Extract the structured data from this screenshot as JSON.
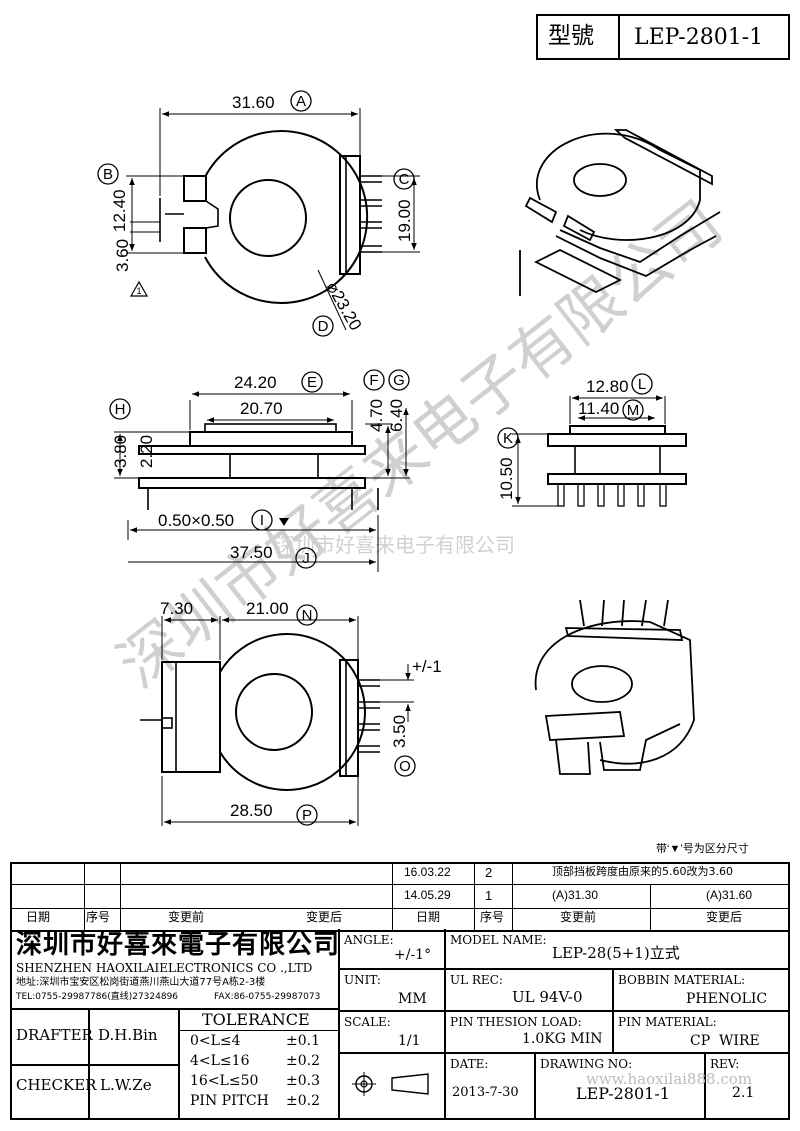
{
  "model_box": {
    "label": "型號",
    "value": "LEP-2801-1"
  },
  "dims": {
    "A": "31.60",
    "B": "12.40",
    "C": "19.00",
    "D": "⌀23.20",
    "tri": "3.60",
    "E": "24.20",
    "inner": "20.70",
    "F": "4.70",
    "G": "6.40",
    "H": "3.80",
    "h2": "2.20",
    "I": "0.50×0.50",
    "J": "37.50",
    "L": "12.80",
    "M": "11.40",
    "K": "10.50",
    "N": "21.00",
    "n2": "7.30",
    "O": "3.50",
    "P": "28.50",
    "tol": "+/-1"
  },
  "letters": [
    "A",
    "B",
    "C",
    "D",
    "E",
    "F",
    "G",
    "H",
    "I",
    "J",
    "K",
    "L",
    "M",
    "N",
    "O",
    "P"
  ],
  "watermark": {
    "big": "深圳市好喜来电子有限公司",
    "small": "深圳市好喜来电子有限公司"
  },
  "note": "带‘▼’号为区分尺寸",
  "revisions": [
    {
      "date": "16.03.22",
      "no": "2",
      "before": "顶部挡板跨度由原来的5.60改为3.60",
      "after": ""
    },
    {
      "date": "14.05.29",
      "no": "1",
      "before": "(A)31.30",
      "after": "(A)31.60"
    }
  ],
  "rev_headers": {
    "date": "日期",
    "no": "序号",
    "before": "变更前",
    "after": "变更后"
  },
  "company": {
    "name_cn": "深圳市好喜來電子有限公司",
    "name_en": "SHENZHEN HAOXILAIELECTRONICS CO .,LTD",
    "address": "地址:深圳市宝安区松岗街道燕川燕山大道77号A栋2-3楼",
    "tel": "TEL:0755-29987786(直线)27324896",
    "fax": "FAX:86-0755-29987073"
  },
  "angle": {
    "label": "ANGLE:",
    "value": "+/-1°"
  },
  "model_name": {
    "label": "MODEL NAME:",
    "value": "LEP-28(5+1)立式"
  },
  "unit": {
    "label": "UNIT:",
    "value": "MM"
  },
  "ul_rec": {
    "label": "UL REC:",
    "value": "UL 94V-0"
  },
  "bobbin_material": {
    "label": "BOBBIN MATERIAL:",
    "value": "PHENOLIC"
  },
  "scale": {
    "label": "SCALE:",
    "value": "1/1"
  },
  "pin_load": {
    "label": "PIN THESION LOAD:",
    "value": "1.0KG MIN"
  },
  "pin_material": {
    "label": "PIN MATERIAL:",
    "value": "CP  WIRE"
  },
  "date": {
    "label": "DATE:",
    "value": "2013-7-30"
  },
  "drawing_no": {
    "label": "DRAWING NO:",
    "value": "LEP-2801-1",
    "watermark": "www.haoxilai888.com"
  },
  "rev": {
    "label": "REV:",
    "value": "2.1"
  },
  "drafter": {
    "label": "DRAFTER",
    "value": "D.H.Bin"
  },
  "checker": {
    "label": "CHECKER",
    "value": "L.W.Ze"
  },
  "tolerance": {
    "title": "TOLERANCE",
    "rows": [
      {
        "range": "0<L≤4",
        "val": "±0.1"
      },
      {
        "range": "4<L≤16",
        "val": "±0.2"
      },
      {
        "range": "16<L≤50",
        "val": "±0.3"
      },
      {
        "range": "PIN PITCH",
        "val": "±0.2"
      }
    ]
  }
}
